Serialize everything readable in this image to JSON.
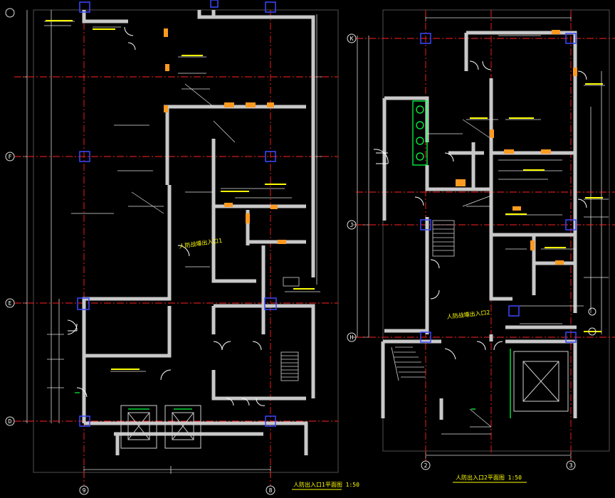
{
  "drawing": {
    "background": "#000000",
    "colors": {
      "wall": "#c8c8c8",
      "axis": "#ff2020",
      "dim": "#e6e6e6",
      "text_yellow": "#ffff00",
      "text_white": "#ffffff",
      "column_blue": "#3040ff",
      "door": "#ffffff",
      "hatch": "#ff9a20",
      "green": "#00ff40",
      "frame": "#606060"
    },
    "left_plan": {
      "axis_labels": {
        "row_top": "F",
        "row_mid": "E",
        "row_low": "D",
        "col_left": "9",
        "col_right": "8"
      },
      "room_caption": "人防战壕出入口1",
      "title": "人防出入口1平面图 1:50"
    },
    "right_plan": {
      "axis_labels": {
        "row_top": "K",
        "row_mid": "J",
        "row_low": "H",
        "col_left": "2",
        "col_right": "3"
      },
      "room_caption": "人防战壕出入口2",
      "title": "人防出入口2平面图 1:50"
    }
  }
}
